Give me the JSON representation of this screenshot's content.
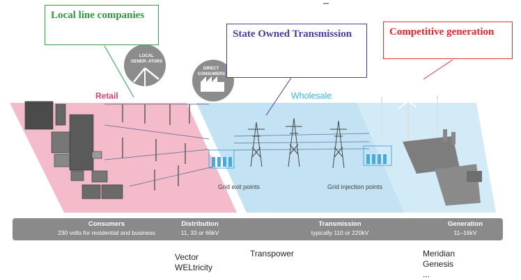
{
  "callouts": {
    "local": "Local line companies",
    "state": "State Owned Transmission",
    "competitive": "Competitive generation"
  },
  "sectors": {
    "retail": "Retail",
    "wholesale": "Wholesale"
  },
  "icons": {
    "local_generators": [
      "LOCAL",
      "GENER- ATORS"
    ],
    "direct_consumers": [
      "DIRECT",
      "CONSUMERS"
    ]
  },
  "points": {
    "exit": "Grid exit points",
    "injection": "Grid injection points"
  },
  "bar": {
    "consumers": {
      "title": "Consumers",
      "sub": "230 volts for residential and business"
    },
    "distribution": {
      "title": "Distribution",
      "sub": "11, 33 or 66kV"
    },
    "transmission": {
      "title": "Transmission",
      "sub": "typically 110 or 220kV"
    },
    "generation": {
      "title": "Generation",
      "sub": "11–16kV"
    }
  },
  "companies": {
    "distribution": [
      "Vector",
      "WELtricity"
    ],
    "transmission": [
      "Transpower"
    ],
    "generation": [
      "Meridian",
      "Genesis",
      "..."
    ]
  },
  "colors": {
    "retail_zone": "#f2b8c6",
    "wholesale_zone": "#bfe0f3",
    "bar": "#8a8a8a",
    "local_accent": "#2e9e47",
    "state_accent": "#4a3aa8",
    "competitive_accent": "#e43030"
  }
}
